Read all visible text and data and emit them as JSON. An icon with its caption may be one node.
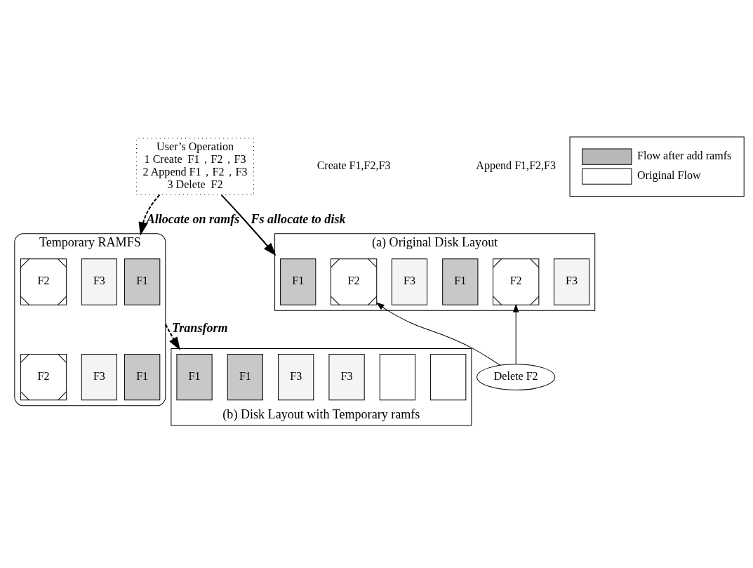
{
  "diagram": {
    "nodes": [
      {
        "text": [
          "User’s Operation",
          "1 Create  F1，F2，F3",
          "2 Append F1，F2，F3",
          "3 Delete  F2"
        ]
      },
      {
        "text": [
          "Temporary RAMFS"
        ]
      },
      {
        "text": [
          "F1"
        ],
        "in": 1
      },
      {
        "text": [
          "F2"
        ],
        "in": 1
      },
      {
        "text": [
          "F3"
        ],
        "in": 1
      },
      {
        "text": [
          "F1"
        ],
        "in": 1
      },
      {
        "text": [
          "F2"
        ],
        "in": 1
      },
      {
        "text": [
          "F3"
        ],
        "in": 1
      },
      {
        "text": [
          "(a) Original Disk Layout"
        ]
      },
      {
        "text": [
          "F1"
        ],
        "in": 8
      },
      {
        "text": [
          "F2"
        ],
        "in": 8
      },
      {
        "text": [
          "F3"
        ],
        "in": 8
      },
      {
        "text": [
          "F1"
        ],
        "in": 8
      },
      {
        "text": [
          "F2"
        ],
        "in": 8
      },
      {
        "text": [
          "F3"
        ],
        "in": 8
      },
      {
        "text": [
          "(b) Disk Layout with Temporary ramfs"
        ]
      },
      {
        "text": [
          "F1"
        ],
        "in": 15
      },
      {
        "text": [
          "F1"
        ],
        "in": 15
      },
      {
        "text": [
          "F3"
        ],
        "in": 15
      },
      {
        "text": [
          "F3"
        ],
        "in": 15
      },
      {
        "text": [],
        "shape": "box",
        "in": 15
      },
      {
        "text": [],
        "shape": "box",
        "in": 15
      },
      {
        "text": [
          "Delete F2"
        ]
      }
    ],
    "edges": [
      {
        "from": 0,
        "to": 1,
        "arrow": "to",
        "label": "Allocate on ramfs",
        "style": "dashed"
      },
      {
        "from": 0,
        "to": 8,
        "arrow": "to",
        "label": "Fs allocate to disk"
      },
      {
        "from": 1,
        "to": 15,
        "arrow": "to",
        "label": "Transform",
        "style": "dashed"
      },
      {
        "from": 22,
        "to": 10,
        "arrow": "to"
      },
      {
        "from": 22,
        "to": 13,
        "arrow": "to"
      }
    ],
    "labels": [
      "Create F1,F2,F3",
      "Append F1,F2,F3"
    ],
    "legend": [
      {
        "text": "Flow after add ramfs"
      },
      {
        "text": "Original Flow"
      }
    ]
  }
}
